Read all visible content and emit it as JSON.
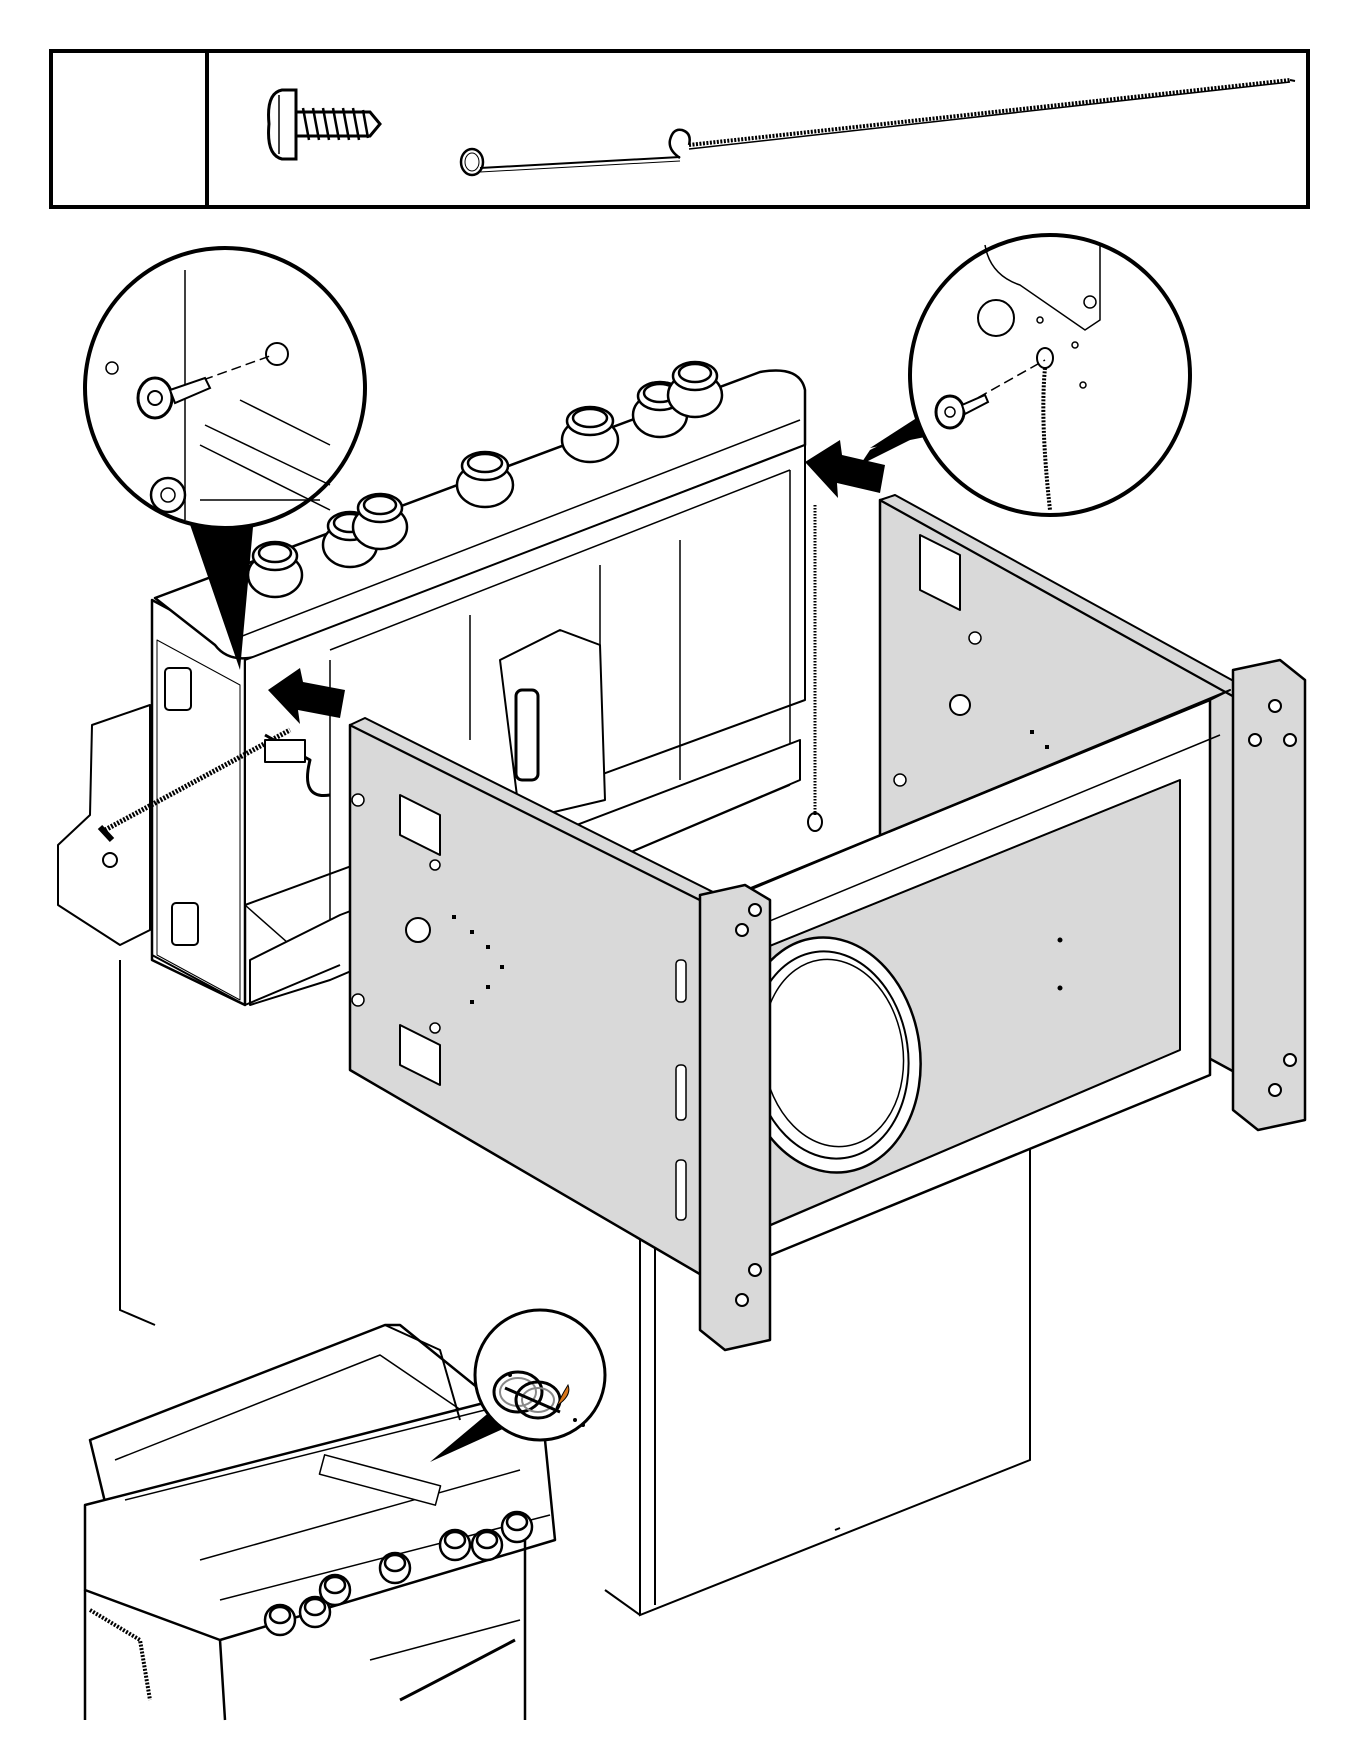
{
  "parts_box": {
    "step_cell_text": "",
    "parts": [
      {
        "name": "screw",
        "icon": "screw-icon"
      },
      {
        "name": "match-holder-wire",
        "icon": "match-holder-icon"
      }
    ]
  },
  "illustration": {
    "main_assembly": "grill-head-to-cart",
    "detail_callouts": [
      {
        "icon": "screw-detail-icon",
        "location": "left"
      },
      {
        "icon": "chain-screw-detail-icon",
        "location": "right"
      },
      {
        "icon": "match-holder-detail-icon",
        "location": "bottom-left"
      }
    ],
    "colors": {
      "line": "#000000",
      "panel_fill": "#d9d9d9",
      "paper": "#ffffff",
      "accent_match": "#d9771c"
    }
  }
}
